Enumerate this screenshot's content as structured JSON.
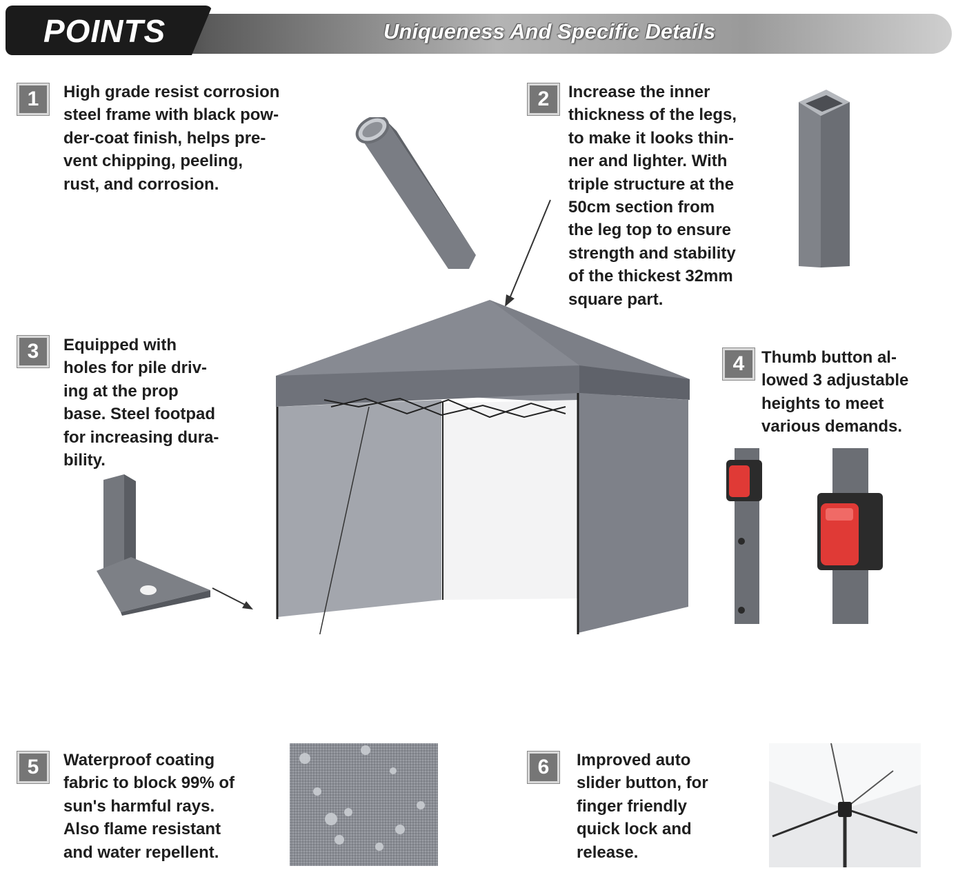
{
  "header": {
    "title": "POINTS",
    "subtitle": "Uniqueness And Specific Details"
  },
  "features": [
    {
      "number": "1",
      "lines": [
        "High grade resist corrosion",
        "steel frame with black pow-",
        "der-coat finish, helps pre-",
        "vent chipping, peeling,",
        "rust, and corrosion."
      ]
    },
    {
      "number": "2",
      "lines": [
        "Increase the inner",
        "thickness of the legs,",
        "to make it looks thin-",
        "ner and lighter. With",
        "triple structure at the",
        "50cm section from",
        "the leg top to ensure",
        "strength and stability",
        "of the thickest 32mm",
        "square part."
      ]
    },
    {
      "number": "3",
      "lines": [
        "Equipped with",
        "holes for pile driv-",
        "ing at the prop",
        "base. Steel footpad",
        "for increasing dura-",
        "bility."
      ]
    },
    {
      "number": "4",
      "lines": [
        "Thumb button al-",
        "lowed 3 adjustable",
        "heights to meet",
        "various demands."
      ]
    },
    {
      "number": "5",
      "lines": [
        "Waterproof coating",
        "fabric to block 99% of",
        "sun's harmful rays.",
        "Also flame resistant",
        "and water repellent."
      ]
    },
    {
      "number": "6",
      "lines": [
        "Improved auto",
        "slider button, for",
        "finger friendly",
        "quick lock and",
        "release."
      ]
    }
  ],
  "colors": {
    "canopy": "#8c8f97",
    "frame": "#6e7076",
    "button": "#e03a36"
  },
  "images": {
    "round_tube": "round-steel-tube",
    "square_leg": "square-steel-leg",
    "canopy": "pop-up-canopy-tent",
    "footpad": "steel-footpad",
    "thumb_button": "thumb-button",
    "fabric": "waterproof-fabric",
    "slider": "auto-slider-button"
  }
}
